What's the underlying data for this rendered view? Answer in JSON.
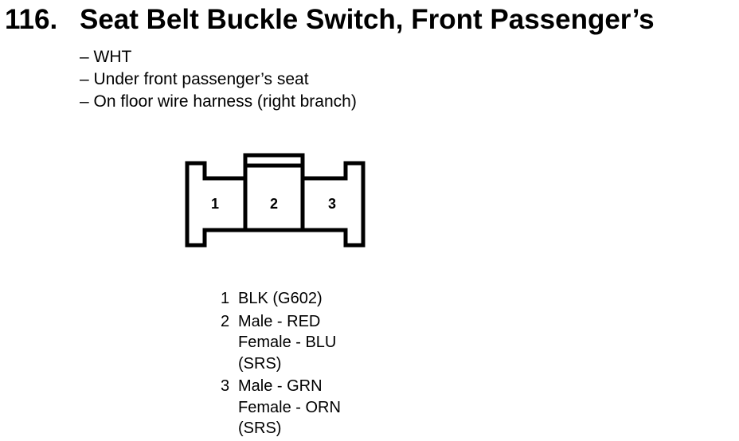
{
  "title": {
    "number": "116.",
    "text": "Seat Belt Buckle Switch, Front Passenger’s"
  },
  "details": [
    {
      "prefix": "– ",
      "text": "WHT"
    },
    {
      "prefix": "– ",
      "text": "Under front passenger’s seat"
    },
    {
      "prefix": "– ",
      "text": "On floor wire harness (right branch)"
    }
  ],
  "connector": {
    "cavities": [
      "1",
      "2",
      "3"
    ]
  },
  "pins": [
    {
      "number": "1",
      "lines": [
        "BLK (G602)"
      ]
    },
    {
      "number": "2",
      "lines": [
        "Male - RED",
        "Female - BLU",
        "(SRS)"
      ]
    },
    {
      "number": "3",
      "lines": [
        "Male - GRN",
        "Female - ORN",
        "(SRS)"
      ]
    }
  ]
}
